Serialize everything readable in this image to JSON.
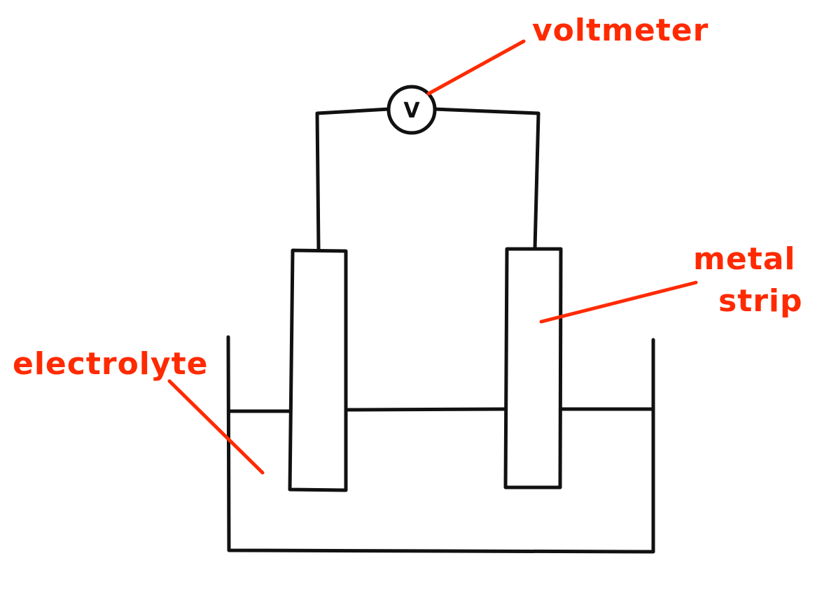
{
  "labels": {
    "voltmeter": "voltmeter",
    "metal_strip_line1": "metal",
    "metal_strip_line2": "strip",
    "electrolyte": "electrolyte"
  },
  "voltmeter_symbol": "V",
  "colors": {
    "ink": "#111111",
    "annotation": "#ff2a00",
    "background": "#ffffff"
  }
}
